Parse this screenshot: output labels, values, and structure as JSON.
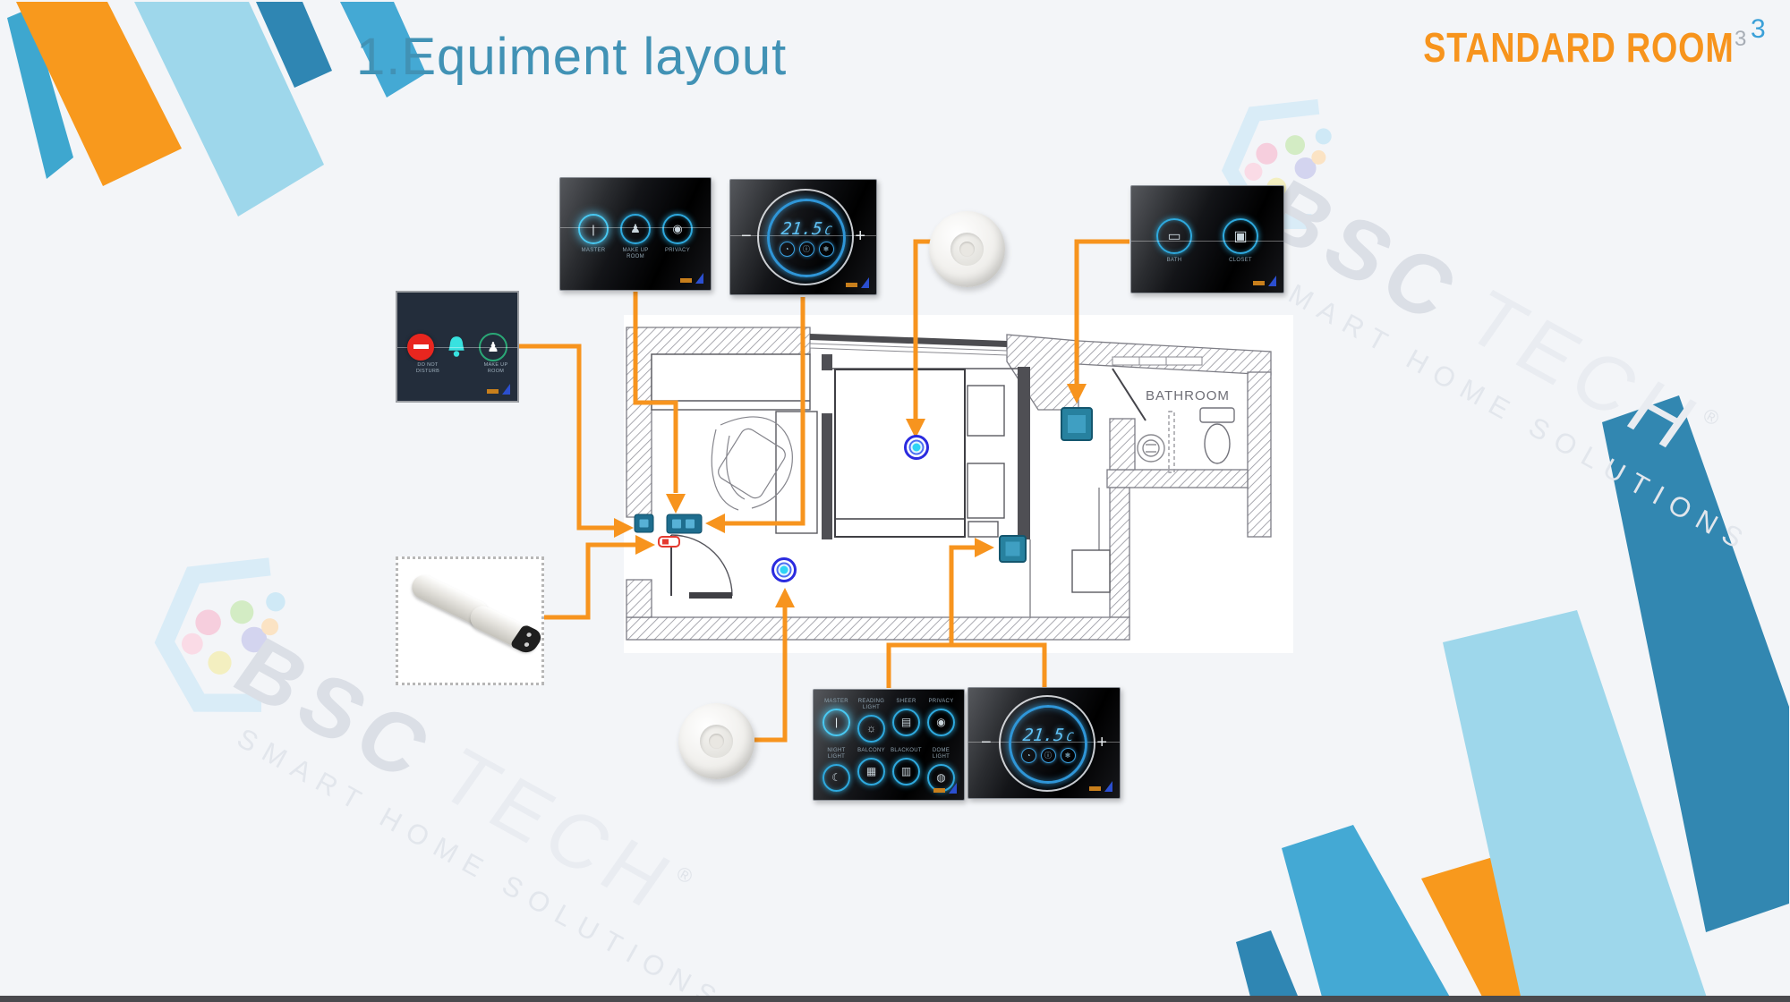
{
  "slide": {
    "title": "1.Equiment layout",
    "tag": "STANDARD ROOM",
    "page_number": "3",
    "page_number_ghost": "3"
  },
  "colors": {
    "accent_orange": "#f7941e",
    "accent_blue": "#41a5cc",
    "title_blue": "#4192b5",
    "panel_ring_blue": "#2ea9de",
    "plan_device_teal": "#27819f"
  },
  "watermark": {
    "brand_bold": "BSC",
    "brand_light": "TECH",
    "registered": "®",
    "tagline": "SMART HOME SOLUTIONS"
  },
  "floor_plan": {
    "room_label": "BATHROOM"
  },
  "panels": {
    "scene3": {
      "buttons": [
        {
          "label": "MASTER",
          "icon": "|"
        },
        {
          "label": "MAKE UP ROOM",
          "icon": "♟"
        },
        {
          "label": "PRIVACY",
          "icon": "◉"
        }
      ]
    },
    "thermostat_top": {
      "temp": "21.5",
      "unit": "C",
      "minus": "−",
      "plus": "+",
      "mini_icons": [
        {
          "glyph": "◔"
        },
        {
          "glyph": "ⓘ"
        },
        {
          "glyph": "❄"
        }
      ]
    },
    "thermostat_bottom": {
      "temp": "21.5",
      "unit": "C",
      "minus": "−",
      "plus": "+",
      "mini_icons": [
        {
          "glyph": "◔"
        },
        {
          "glyph": "ⓘ"
        },
        {
          "glyph": "❄"
        }
      ]
    },
    "two_gang": {
      "buttons": [
        {
          "label": "BATH",
          "icon": "▭"
        },
        {
          "label": "CLOSET",
          "icon": "▣"
        }
      ]
    },
    "eight_gang": {
      "buttons": [
        {
          "label": "MASTER",
          "icon": "|"
        },
        {
          "label": "READING LIGHT",
          "icon": "☼"
        },
        {
          "label": "SHEER",
          "icon": "▤"
        },
        {
          "label": "PRIVACY",
          "icon": "◉"
        },
        {
          "label": "NIGHT LIGHT",
          "icon": "☾"
        },
        {
          "label": "BALCONY",
          "icon": "▦"
        },
        {
          "label": "BLACKOUT",
          "icon": "▥"
        },
        {
          "label": "DOME LIGHT",
          "icon": "◍"
        }
      ]
    },
    "dnd": {
      "button1_line1": "DO NOT",
      "button1_line2": "DISTURB",
      "button3_line1": "MAKE UP",
      "button3_line2": "ROOM",
      "bellhop_glyph": "♟"
    }
  }
}
